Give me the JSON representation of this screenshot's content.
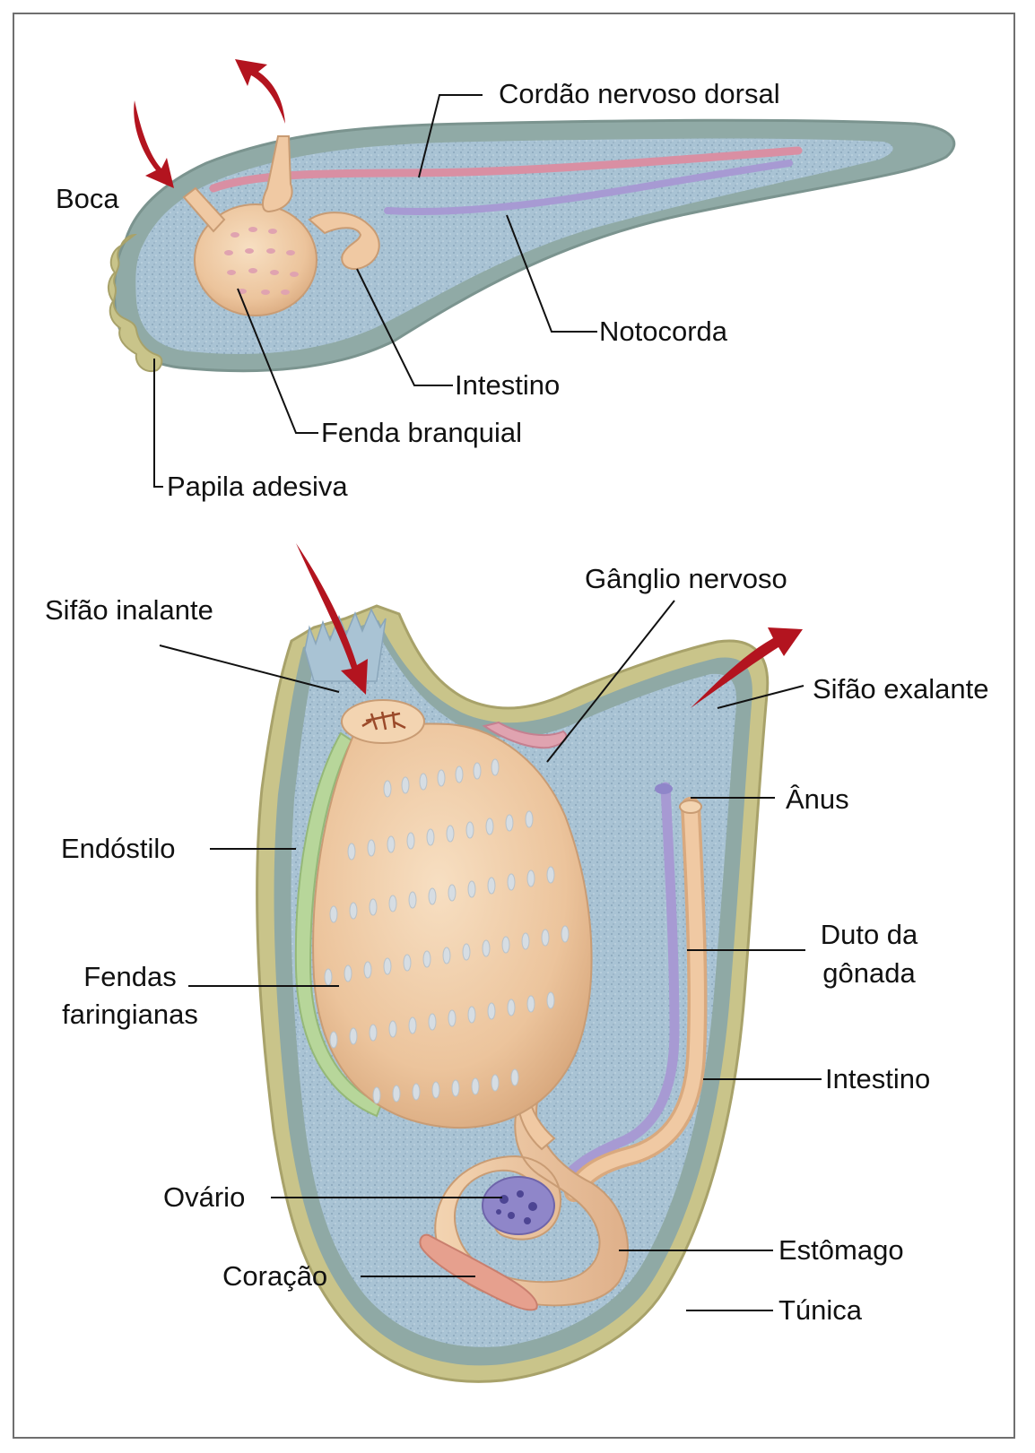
{
  "larva": {
    "labels": {
      "boca": "Boca",
      "cordao": "Cordão nervoso dorsal",
      "notocorda": "Notocorda",
      "intestino": "Intestino",
      "fenda": "Fenda branquial",
      "papila": "Papila adesiva"
    }
  },
  "adult": {
    "labels": {
      "sifao_inalante": "Sifão inalante",
      "ganglio": "Gânglio nervoso",
      "sifao_exalante": "Sifão exalante",
      "anus": "Ânus",
      "endostilo": "Endóstilo",
      "duto_line1": "Duto da",
      "duto_line2": "gônada",
      "fendas_line1": "Fendas",
      "fendas_line2": "faringianas",
      "intestino": "Intestino",
      "ovario": "Ovário",
      "estomago": "Estômago",
      "coracao": "Coração",
      "tunica": "Túnica"
    }
  },
  "colors": {
    "tunic_outer": "#c9c48a",
    "tunic_mid": "#8fa9a5",
    "body_blue": "#a9c2d3",
    "pharynx": "#f0c9a3",
    "nerve_pink": "#d98fa3",
    "notochord_purple": "#a79ad3",
    "arrow_red": "#b3141f",
    "endostyle_green": "#b7d69a",
    "heart": "#e6a08e",
    "ovary": "#8f86c9"
  }
}
